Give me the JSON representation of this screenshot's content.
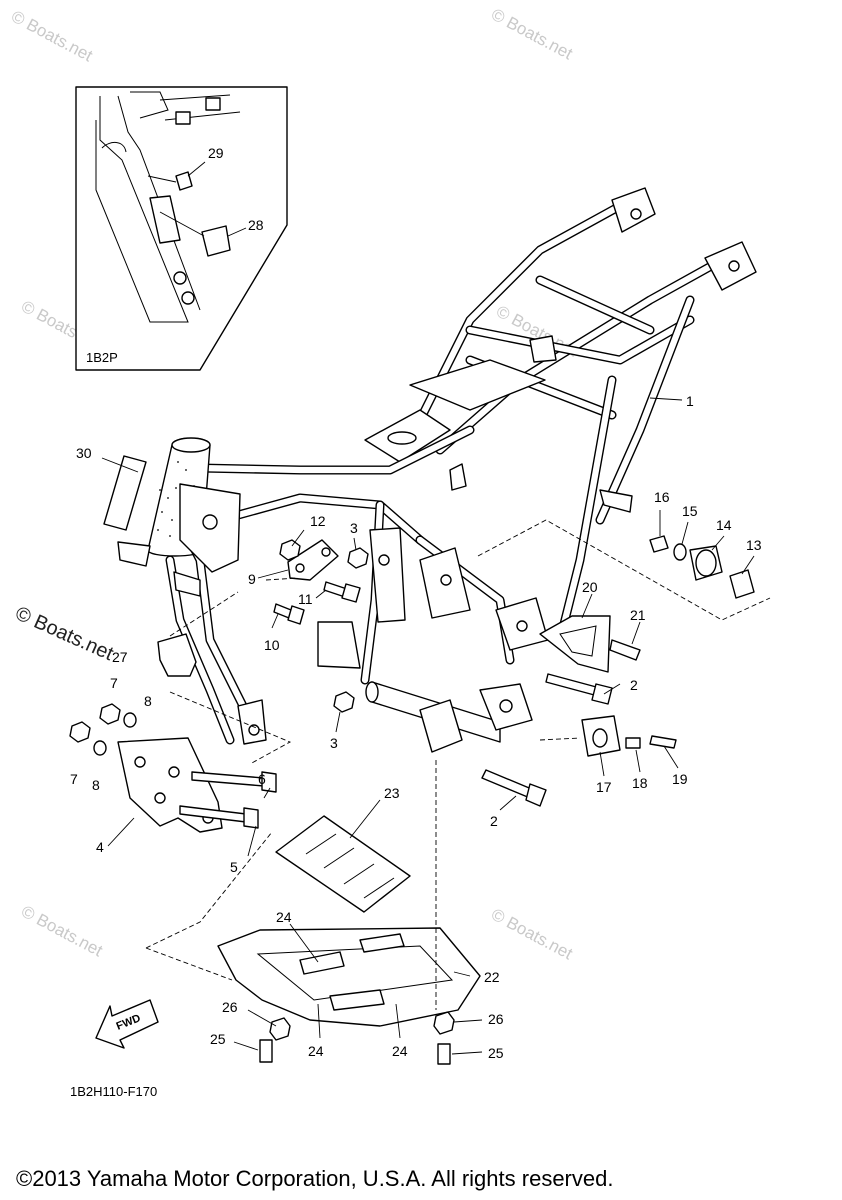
{
  "watermarks": [
    {
      "id": "wm1",
      "text": "© Boats.net"
    },
    {
      "id": "wm2",
      "text": "© Boats.net"
    },
    {
      "id": "wm3",
      "text": "© Boats.net"
    },
    {
      "id": "wm4",
      "text": "© Boats.net"
    },
    {
      "id": "wm5",
      "text": "© Boats.net"
    },
    {
      "id": "wm6",
      "text": "© Boats.net"
    },
    {
      "id": "wm7",
      "text": "© Boats.net"
    }
  ],
  "inset": {
    "code": "1B2P"
  },
  "diagram_code": "1B2H110-F170",
  "fwd_label": "FWD",
  "copyright": "©2013 Yamaha Motor Corporation, U.S.A. All rights reserved.",
  "callouts": {
    "c1": "1",
    "c2a": "2",
    "c2b": "2",
    "c3a": "3",
    "c3b": "3",
    "c4": "4",
    "c5": "5",
    "c6": "6",
    "c7a": "7",
    "c7b": "7",
    "c8a": "8",
    "c8b": "8",
    "c9": "9",
    "c10": "10",
    "c11": "11",
    "c12": "12",
    "c13": "13",
    "c14": "14",
    "c15": "15",
    "c16": "16",
    "c17": "17",
    "c18": "18",
    "c19": "19",
    "c20": "20",
    "c21": "21",
    "c22": "22",
    "c23": "23",
    "c24a": "24",
    "c24b": "24",
    "c24c": "24",
    "c25a": "25",
    "c25b": "25",
    "c26a": "26",
    "c26b": "26",
    "c27": "27",
    "c28": "28",
    "c29": "29",
    "c30": "30"
  }
}
